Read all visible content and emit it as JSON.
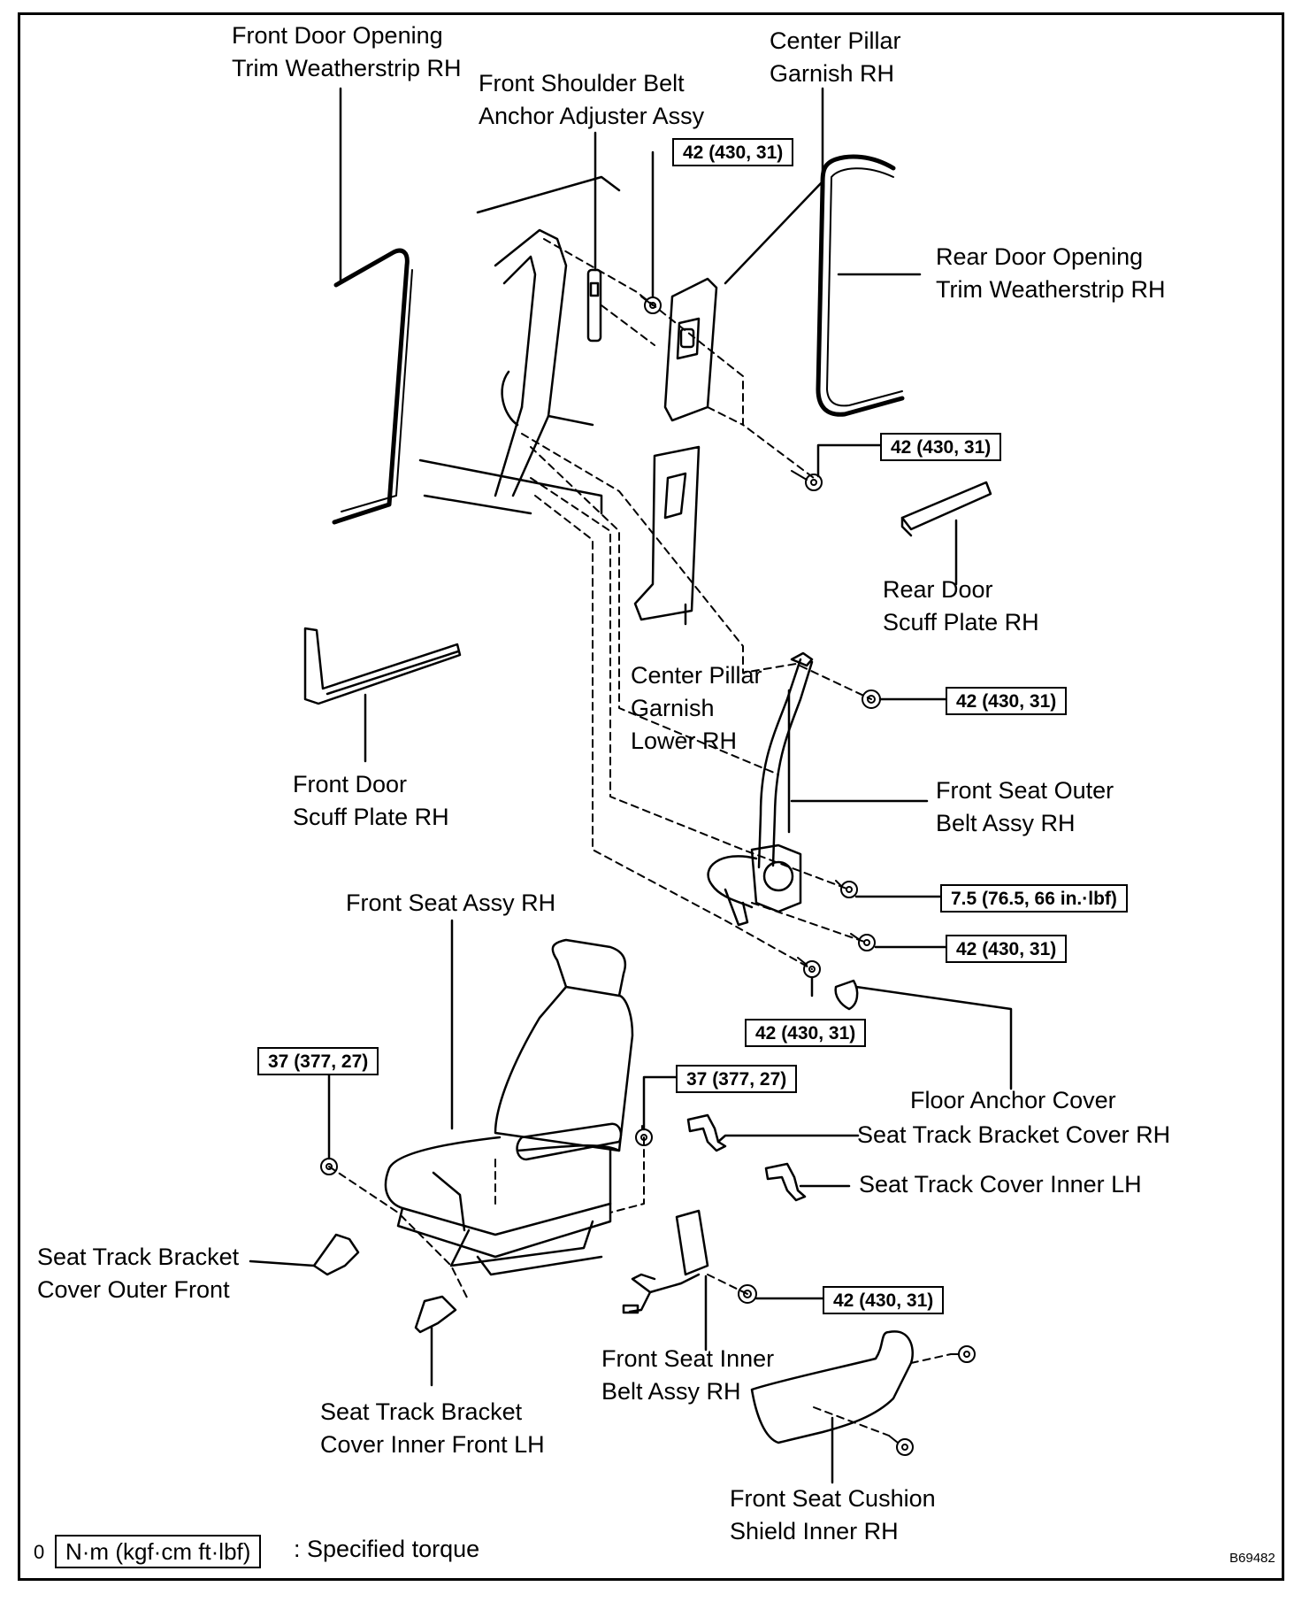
{
  "labels": {
    "front_door_opening_weatherstrip": [
      "Front Door Opening",
      "Trim Weatherstrip RH"
    ],
    "front_shoulder_belt_adjuster": [
      "Front Shoulder Belt",
      "Anchor Adjuster Assy"
    ],
    "center_pillar_garnish": [
      "Center Pillar",
      "Garnish RH"
    ],
    "rear_door_opening_weatherstrip": [
      "Rear Door Opening",
      "Trim Weatherstrip RH"
    ],
    "rear_door_scuff_plate": [
      "Rear Door",
      "Scuff Plate RH"
    ],
    "center_pillar_garnish_lower": [
      "Center Pillar",
      "Garnish",
      "Lower RH"
    ],
    "front_door_scuff_plate": [
      "Front Door",
      "Scuff Plate RH"
    ],
    "front_seat_outer_belt": [
      "Front Seat Outer",
      "Belt Assy RH"
    ],
    "front_seat_assy": [
      "Front Seat Assy RH"
    ],
    "floor_anchor_cover": [
      "Floor Anchor Cover"
    ],
    "seat_track_bracket_cover_rh": [
      "Seat Track Bracket Cover RH"
    ],
    "seat_track_cover_inner_lh": [
      "Seat Track Cover Inner LH"
    ],
    "seat_track_bracket_cover_outer_front": [
      "Seat Track Bracket",
      "Cover Outer Front"
    ],
    "seat_track_bracket_cover_inner_front_lh": [
      "Seat Track Bracket",
      "Cover Inner Front LH"
    ],
    "front_seat_inner_belt": [
      "Front Seat Inner",
      "Belt Assy RH"
    ],
    "front_seat_cushion_shield": [
      "Front Seat Cushion",
      "Shield Inner RH"
    ]
  },
  "torques": {
    "adjuster_bolt": "42 (430, 31)",
    "pillar_bolt": "42 (430, 31)",
    "upper_anchor": "42 (430, 31)",
    "retractor_small": "7.5 (76.5, 66 in.·lbf)",
    "retractor_bolt": "42 (430, 31)",
    "floor_anchor": "42 (430, 31)",
    "seat_rear_bolt": "37 (377, 27)",
    "seat_front_bolt": "37 (377, 27)",
    "inner_belt_bolt": "42 (430, 31)"
  },
  "legend": {
    "prefix": "0",
    "unit_box": "N·m (kgf·cm ft·lbf)",
    "text": ": Specified torque"
  },
  "figure_id": "B69482"
}
